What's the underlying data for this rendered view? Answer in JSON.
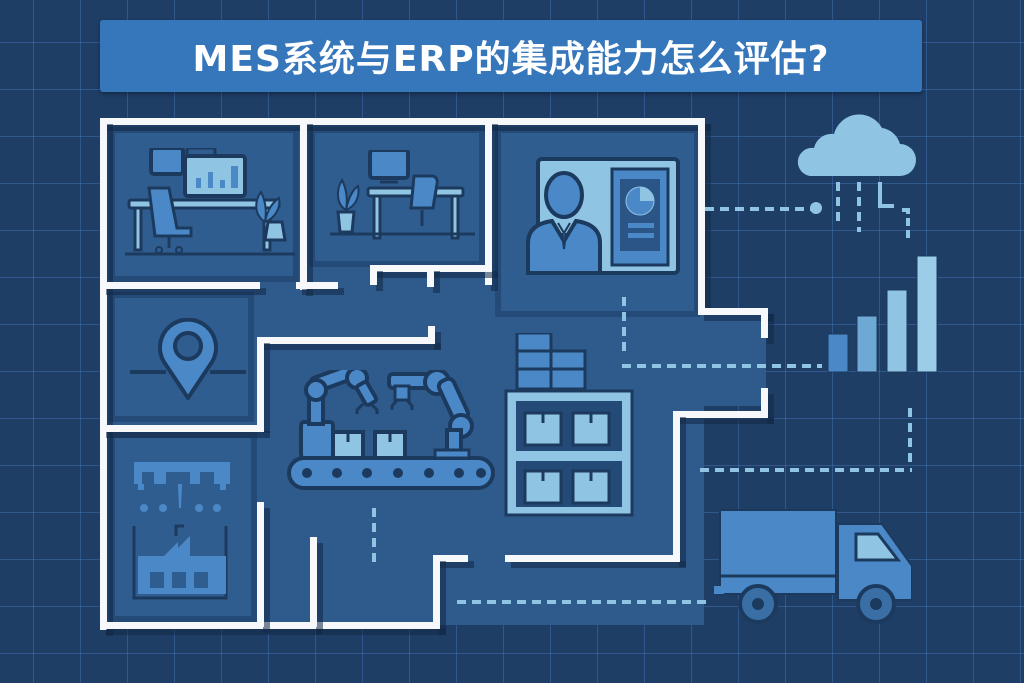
{
  "title": "MES系统与ERP的集成能力怎么评估?",
  "colors": {
    "background": "#1f3e66",
    "grid_line": "#4678be",
    "banner": "#3677bb",
    "wall": "#f6f8fb",
    "floor": "#2e5a8c",
    "icon_mid": "#4a88c7",
    "icon_light": "#8fc4e3",
    "outline": "#1c3a5e"
  },
  "floorplan": {
    "rooms": [
      {
        "name": "office-workstation",
        "icon": "desk-computer-chart-icon"
      },
      {
        "name": "small-office",
        "icon": "desk-computer-plant-icon"
      },
      {
        "name": "manager-office",
        "icon": "businessman-presentation-icon"
      },
      {
        "name": "location-room",
        "icon": "map-pin-icon"
      },
      {
        "name": "factory-room",
        "icon": "factory-icon"
      },
      {
        "name": "production-line",
        "icon": "robot-arm-conveyor-icon"
      },
      {
        "name": "warehouse",
        "icon": "storage-shelf-boxes-icon"
      }
    ]
  },
  "external": [
    {
      "name": "cloud",
      "icon": "cloud-icon"
    },
    {
      "name": "analytics",
      "icon": "bar-chart-icon",
      "bars": [
        4,
        6,
        9,
        13
      ]
    },
    {
      "name": "logistics",
      "icon": "delivery-truck-icon"
    }
  ]
}
